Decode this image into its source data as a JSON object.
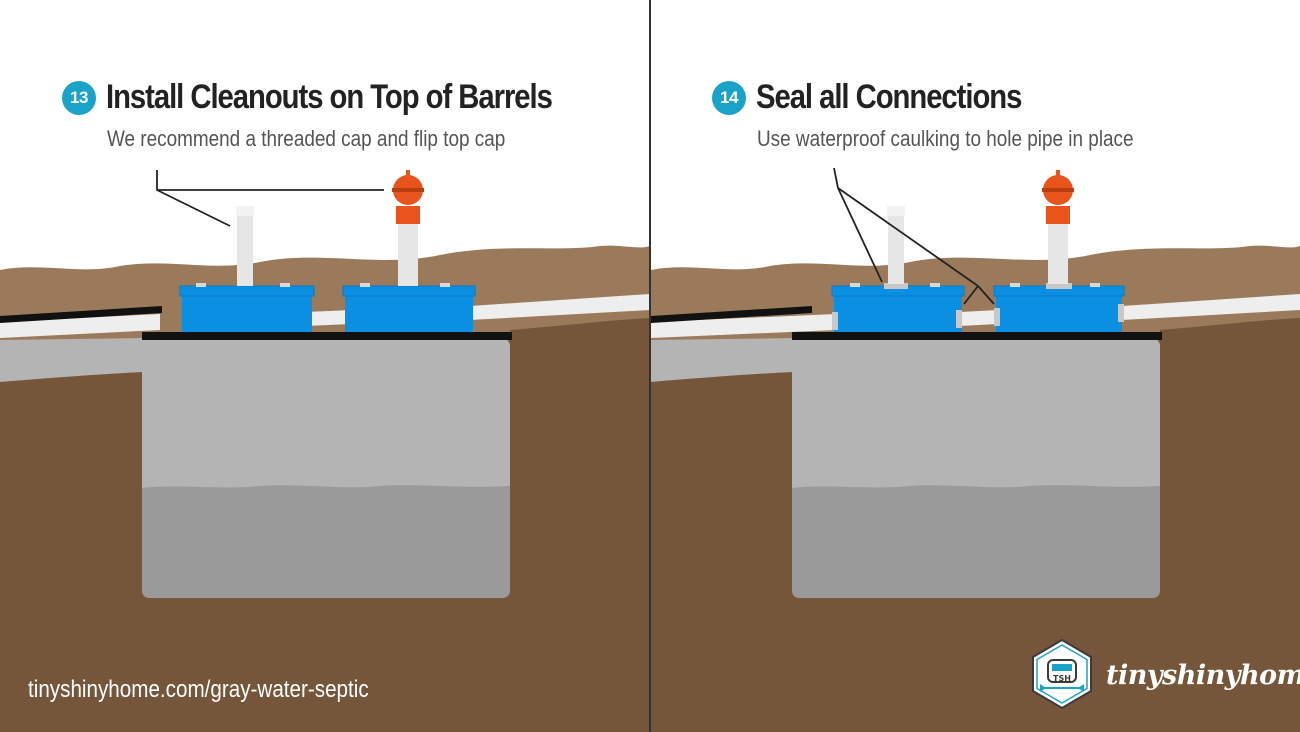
{
  "left_panel": {
    "step_number": "13",
    "title": "Install Cleanouts on Top of Barrels",
    "subtitle": "We recommend a threaded cap and flip top cap"
  },
  "right_panel": {
    "step_number": "14",
    "title": "Seal all Connections",
    "subtitle": "Use waterproof caulking to hole pipe in place"
  },
  "footer": {
    "website": "tinyshinyhome.com/gray-water-septic",
    "brand_name": "tinyshinyhome",
    "logo_text": "TSH"
  },
  "colors": {
    "soil_light": "#9b7a5c",
    "soil_dark": "#76563a",
    "gravel": "#b4b4b4",
    "water": "#9a9a9a",
    "barrel_blue": "#0a8fe3",
    "cap_orange": "#e8541c",
    "pipe_white": "#eeeeee",
    "badge_teal": "#1aa3c9"
  }
}
